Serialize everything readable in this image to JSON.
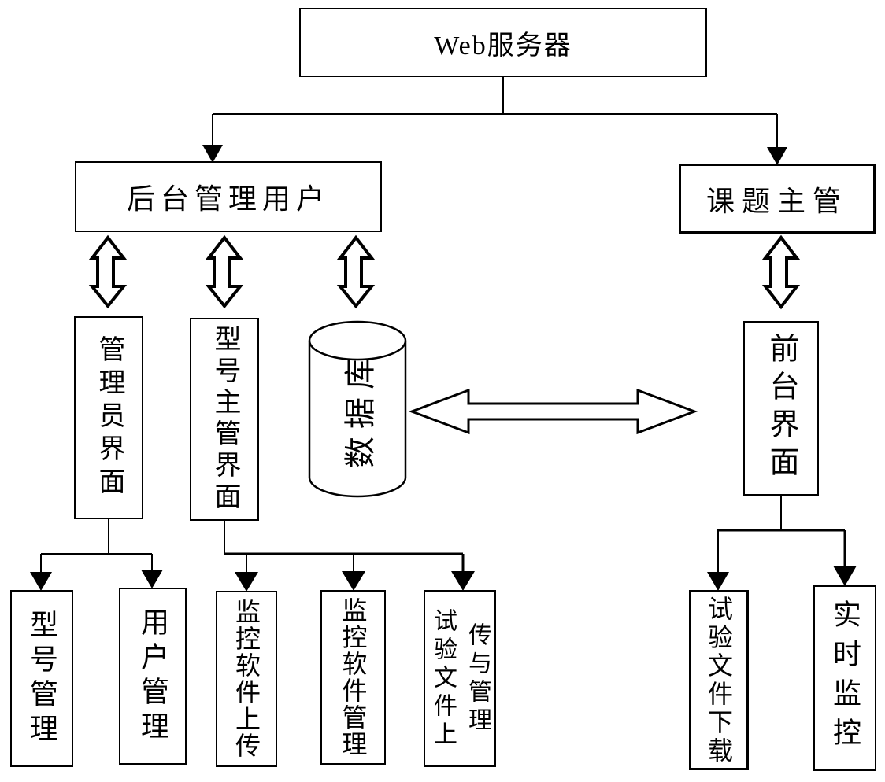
{
  "nodes": {
    "web_server": "Web服务器",
    "backend_admin_user": "后台管理用户",
    "project_supervisor": "课题主管",
    "admin_interface": "管理员界面",
    "model_supervisor_interface": "型号主管界面",
    "database": "数据库",
    "frontend_interface": "前台界面",
    "model_management": "型号管理",
    "user_management": "用户管理",
    "monitor_software_upload": "监控软件上传",
    "monitor_software_management": "监控软件管理",
    "test_file_upload_management": "试验文件上传与管理",
    "test_file_download": "试验文件下载",
    "realtime_monitoring": "实时监控"
  },
  "icons": {
    "down-arrowhead": "▼",
    "double-arrow-vertical": "⇕",
    "double-arrow-horizontal": "⇔",
    "database-cylinder": "cylinder"
  },
  "colors": {
    "line": "#000000",
    "box_fill": "#ffffff",
    "text": "#000000",
    "background": "#ffffff"
  }
}
